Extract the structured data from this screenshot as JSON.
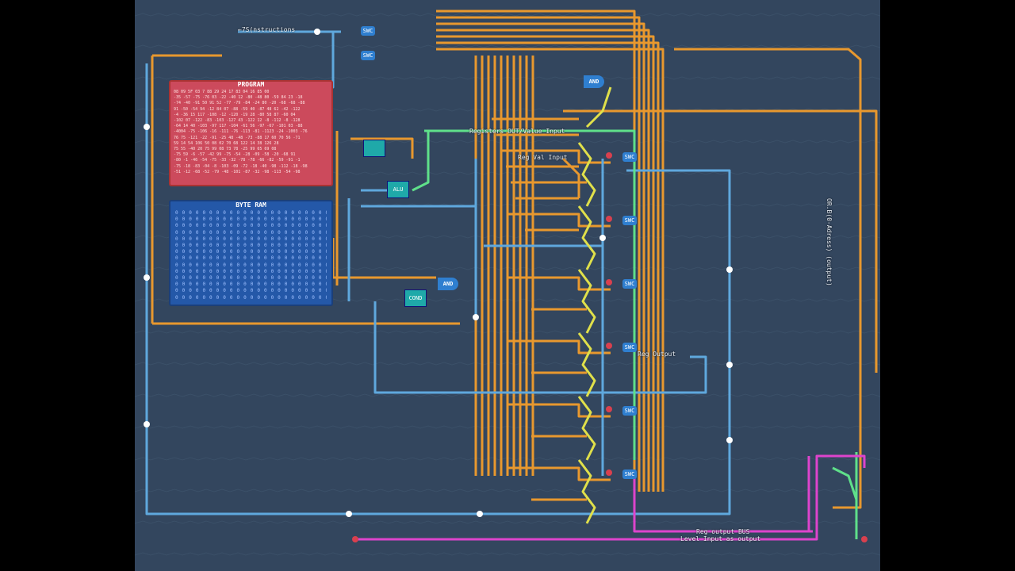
{
  "labels": {
    "instructions": "←7S(nstructions",
    "program_title": "PROGRAM",
    "ram_title": "BYTE RAM",
    "registers_input": "Registers OUT/Value Input",
    "reg_val_input": "Reg Val Input",
    "reg_output": "Reg Output",
    "reg_output_bus": "Reg output BUS",
    "level_input": "Level Input as output",
    "right_vertical": "OR.B(0-Adress) (output)",
    "and": "AND",
    "swc": "SWC",
    "alu": "ALU",
    "cond": "COND"
  },
  "program_rows": [
    "08 09 5F 03 7 88 29 24 17 83 04 16 85 00",
    "-35 -57 -75 -76 03 -22 -40 12 -80 -48 80 -59 84 23 -18",
    "-74 -40 -91 50 91 52 -77 -79 -84 -24 80 -20 -68 -68 -88",
    "91 -50 -54 94 -12 84 07 -88 -59 40 -87 48 62 -42 -122",
    "-4 -36 15 117 -108 -12 -120 -19 28 -80 58 87 -60 04",
    "-102 07 -122 -83 -103 -127 43 -122 12 -8 -112 -8 -128",
    "-64 14 40 -103 -97 117 -104 -61 56 -97 -67 -101 03 -88",
    "-4004 -75 -106 -16 -111 -76 -113 -81 -1123 -24 -1003 -76",
    "76 75 -121 -22 -91 -25 48 -48 -73 -88 17 60 70 56 -71",
    "59 14 54 106 50 08 02 70 68 122 14 38 126 28",
    "75 55 -40 20 75 99 08 73 78 -25 99 65 69 08",
    "-75 59 -6 -57 -42 99 -75 -54 -28 -09 -58 -20 -68 91",
    "-80 -1 -46 -54 -75 -33 -32 -78 -78 -66 -82 -59 -91 -1",
    "-75 -18 -83 -04 -8 -103 -09 -72 -18 -40 -98 -112 -18 -98",
    "-51 -12 -68 -52 -79 -48 -101 -87 -32 -98 -113 -54 -98"
  ],
  "ram_rows": 16,
  "ram_cols": 24,
  "ram_cell": "0",
  "zero": "0",
  "colors": {
    "board": "#33465e",
    "orange": "#e8982e",
    "blue": "#5fa8dd",
    "green": "#5fe08a",
    "yellow": "#e0e04a",
    "magenta": "#dd44cc",
    "red": "#d9404e"
  }
}
